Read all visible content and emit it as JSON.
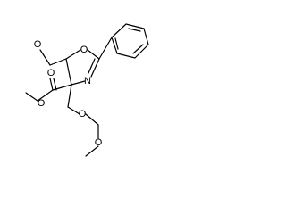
{
  "molecule": {
    "atoms": {
      "oxazoline_O": "O",
      "oxazoline_N": "N",
      "aldehyde_O": "O",
      "ester_carbonyl_O": "O",
      "ester_O": "O",
      "mom_O1": "O",
      "mom_O2": "O"
    },
    "colors": {
      "bond": "#000000",
      "label": "#000000",
      "background": "#ffffff"
    }
  }
}
